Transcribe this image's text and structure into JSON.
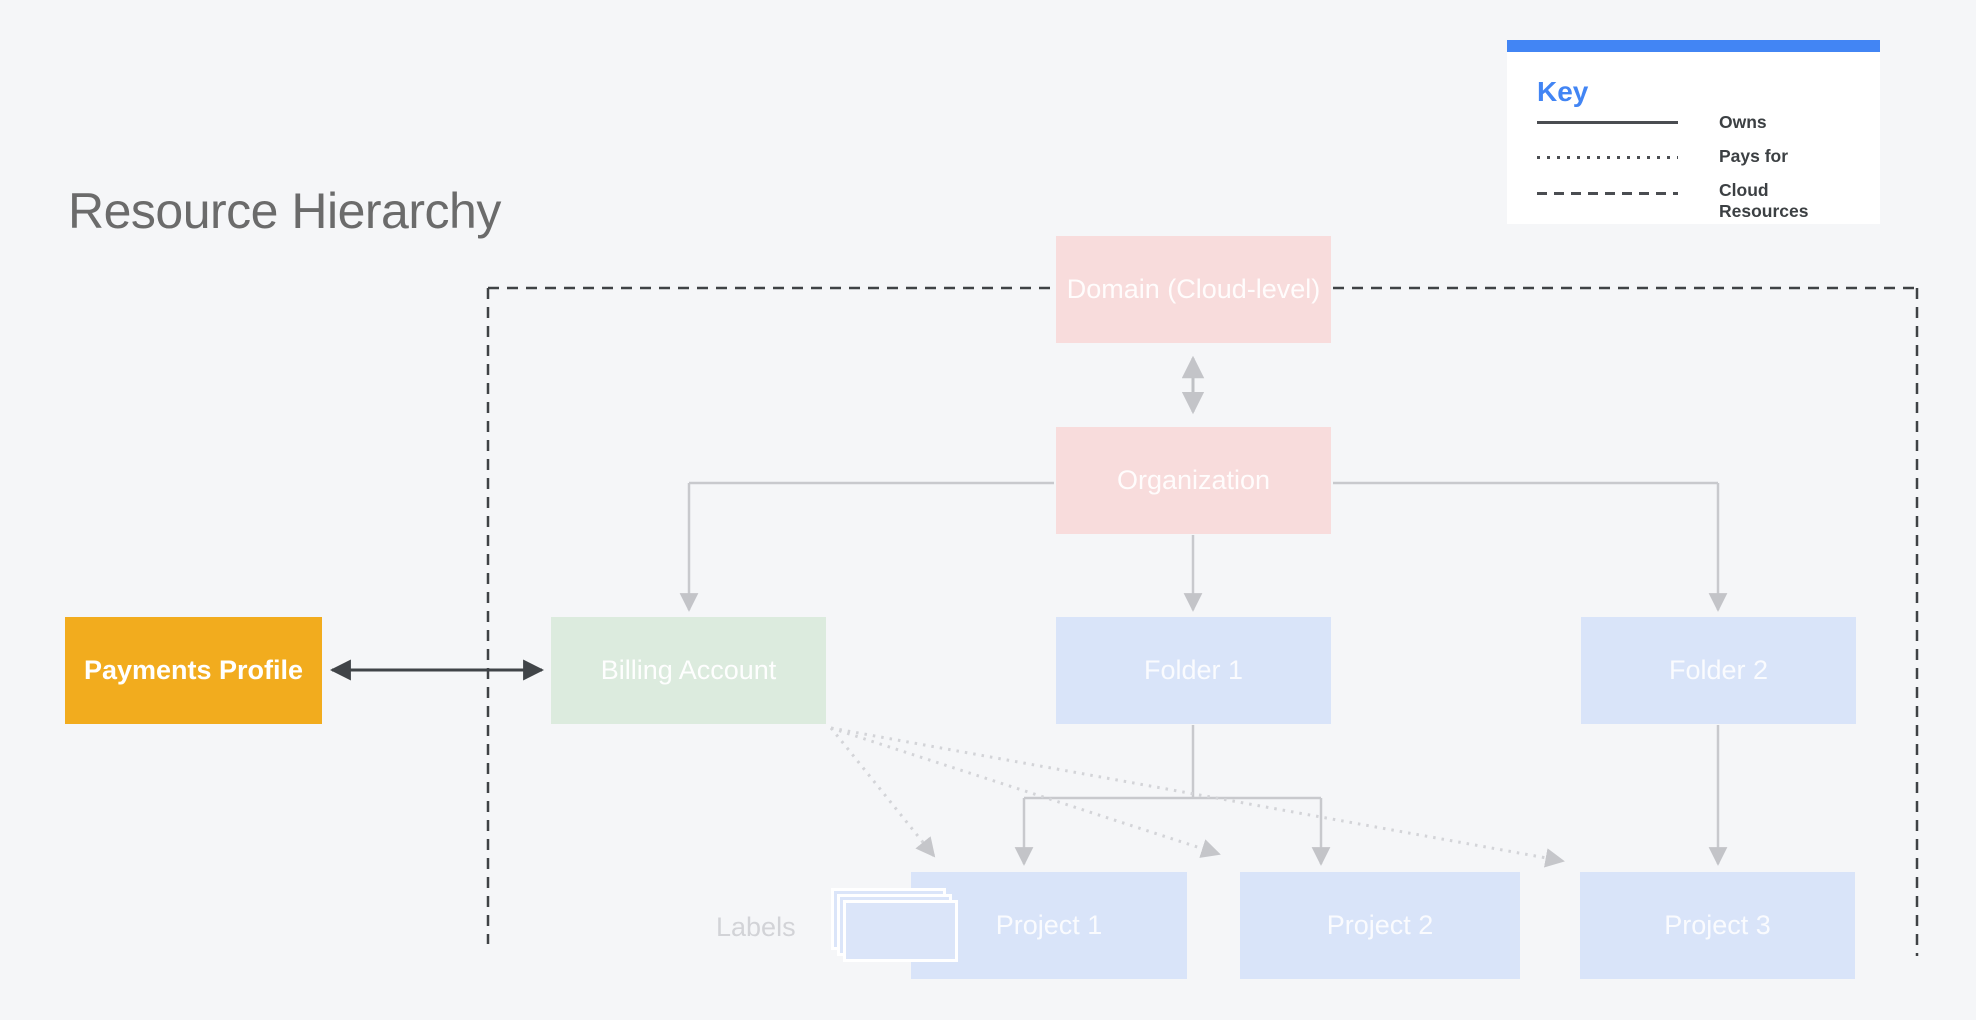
{
  "page": {
    "title": "Resource Hierarchy"
  },
  "legend": {
    "title": "Key",
    "items": [
      {
        "label": "Owns",
        "line_style": "solid"
      },
      {
        "label": "Pays for",
        "line_style": "dotted"
      },
      {
        "label": "Cloud Resources",
        "line_style": "dashed"
      }
    ]
  },
  "nodes": {
    "domain": {
      "label": "Domain (Cloud-level)"
    },
    "organization": {
      "label": "Organization"
    },
    "payments_profile": {
      "label": "Payments Profile"
    },
    "billing_account": {
      "label": "Billing Account"
    },
    "folder1": {
      "label": "Folder 1"
    },
    "folder2": {
      "label": "Folder 2"
    },
    "project1": {
      "label": "Project 1"
    },
    "project2": {
      "label": "Project 2"
    },
    "project3": {
      "label": "Project 3"
    }
  },
  "captions": {
    "labels": "Labels"
  },
  "icons": {
    "cards_stack": "cards-stack-icon"
  },
  "colors": {
    "background": "#f5f6f8",
    "legend_accent_blue": "#4285F4",
    "node_pink": "#f8dcdc",
    "node_green": "#dcebde",
    "node_blue": "#d9e4f9",
    "node_yellow": "#F2AC1E",
    "dark_line": "#3f4245",
    "gray_connector": "#c8c9cd",
    "title_gray": "#6b6b6b"
  }
}
